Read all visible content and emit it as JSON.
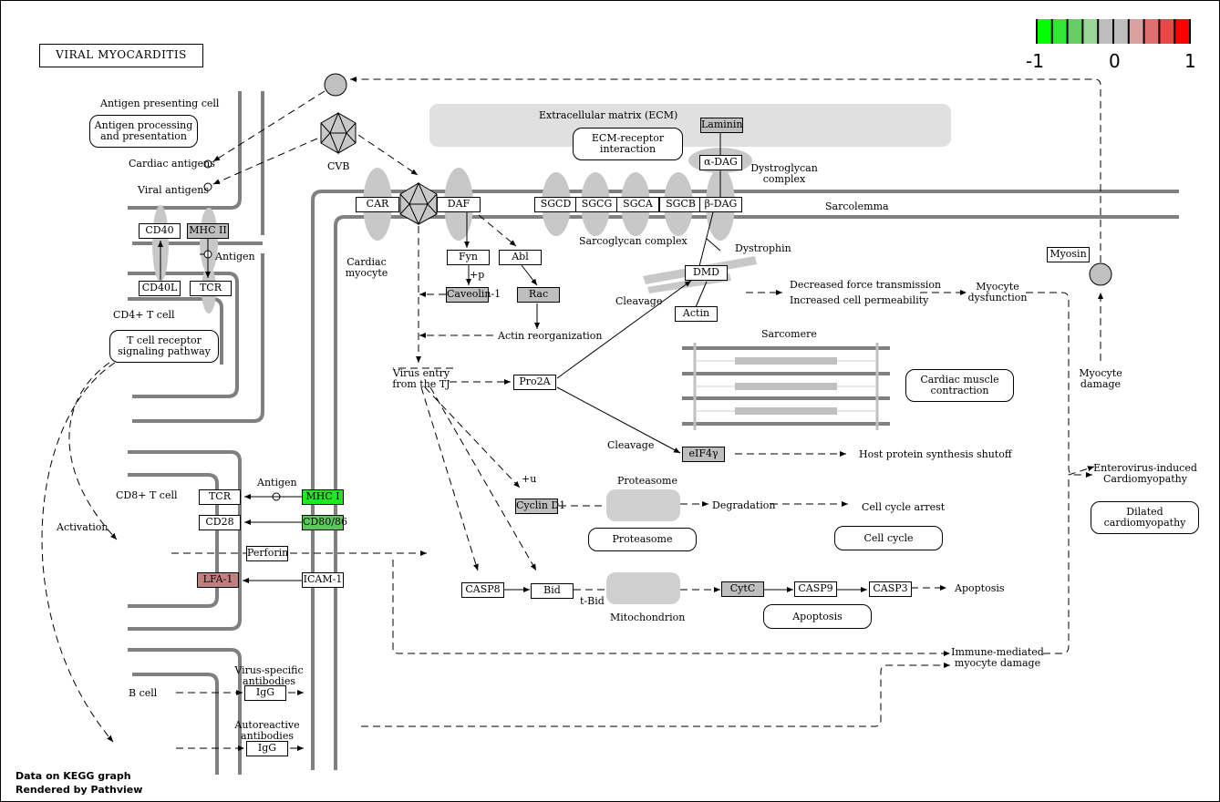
{
  "title": "VIRAL MYOCARDITIS",
  "footer": {
    "line1": "Data on KEGG graph",
    "line2": "Rendered by Pathview"
  },
  "legend": {
    "min": "-1",
    "mid": "0",
    "max": "1",
    "colors": [
      "#00ff00",
      "#33e633",
      "#66cc66",
      "#99d799",
      "#bebebe",
      "#bebebe",
      "#d9a0a0",
      "#df7070",
      "#e84848",
      "#ff0000"
    ]
  },
  "labels": {
    "antigen_presenting_cell": "Antigen presenting cell",
    "cardiac_antigens": "Cardiac antigens",
    "viral_antigens": "Viral antigens",
    "cvb": "CVB",
    "antigen1": "Antigen",
    "cd4_t_cell": "CD4+ T cell",
    "cd8_t_cell": "CD8+ T cell",
    "antigen2": "Antigen",
    "activation": "Activation",
    "b_cell": "B cell",
    "virus_specific_1": "Virus-specific",
    "virus_specific_2": "antibodies",
    "autoreactive_1": "Autoreactive",
    "autoreactive_2": "antibodies",
    "cardiac_myocyte_1": "Cardiac",
    "cardiac_myocyte_2": "myocyte",
    "ecm": "Extracellular matrix (ECM)",
    "dystroglycan_1": "Dystroglycan",
    "dystroglycan_2": "complex",
    "sarcolemma": "Sarcolemma",
    "sarcoglycan_complex": "Sarcoglycan complex",
    "dystrophin": "Dystrophin",
    "plus_p": "+p",
    "actin_reorg": "Actin reorganization",
    "cleavage1": "Cleavage",
    "cleavage2": "Cleavage",
    "decreased_force": "Decreased force transmission",
    "increased_perm": "Increased cell permeability",
    "myocyte_dys_1": "Myocyte",
    "myocyte_dys_2": "dysfunction",
    "sarcomere": "Sarcomere",
    "virus_entry_1": "Virus entry",
    "virus_entry_2": "from the TJ",
    "host_protein": "Host protein synthesis shutoff",
    "plus_u": "+u",
    "proteasome_top": "Proteasome",
    "degradation": "Degradation",
    "cell_cycle_arrest": "Cell cycle arrest",
    "t_bid": "t-Bid",
    "mitochondrion": "Mitochondrion",
    "apoptosis_text": "Apoptosis",
    "myocyte_damage_1": "Myocyte",
    "myocyte_damage_2": "damage",
    "entero_1": "Enterovirus-induced",
    "entero_2": "Cardiomyopathy",
    "immune_1": "Immune-mediated",
    "immune_2": "myocyte damage"
  },
  "pathways": {
    "antigen_processing": [
      "Antigen processing",
      "and presentation"
    ],
    "tcr_signaling": [
      "T cell receptor",
      "signaling pathway"
    ],
    "ecm_receptor": [
      "ECM-receptor",
      "interaction"
    ],
    "cardiac_contraction": [
      "Cardiac muscle",
      "contraction"
    ],
    "proteasome": [
      "Proteasome"
    ],
    "cell_cycle": [
      "Cell cycle"
    ],
    "apoptosis": [
      "Apoptosis"
    ],
    "dilated": [
      "Dilated",
      "cardiomyopathy"
    ]
  },
  "genes": {
    "cd40": {
      "label": "CD40",
      "color": "#ffffff"
    },
    "mhc2": {
      "label": "MHC II",
      "color": "#bebebe"
    },
    "cd40l": {
      "label": "CD40L",
      "color": "#ffffff"
    },
    "tcr1": {
      "label": "TCR",
      "color": "#ffffff"
    },
    "tcr2": {
      "label": "TCR",
      "color": "#ffffff"
    },
    "mhc1": {
      "label": "MHC I",
      "color": "#22e622"
    },
    "cd28": {
      "label": "CD28",
      "color": "#ffffff"
    },
    "cd8086": {
      "label": "CD80/86",
      "color": "#5cc85c"
    },
    "perforin": {
      "label": "Perforin",
      "color": "#ffffff"
    },
    "lfa1": {
      "label": "LFA-1",
      "color": "#c08080"
    },
    "icam1": {
      "label": "ICAM-1",
      "color": "#ffffff"
    },
    "igg1": {
      "label": "IgG",
      "color": "#ffffff"
    },
    "igg2": {
      "label": "IgG",
      "color": "#ffffff"
    },
    "car": {
      "label": "CAR",
      "color": "#ffffff"
    },
    "daf": {
      "label": "DAF",
      "color": "#ffffff"
    },
    "fyn": {
      "label": "Fyn",
      "color": "#ffffff"
    },
    "abl": {
      "label": "Abl",
      "color": "#ffffff"
    },
    "caveolin": {
      "label": "Caveolin-1",
      "color": "#bebebe"
    },
    "rac": {
      "label": "Rac",
      "color": "#bebebe"
    },
    "sgcd": {
      "label": "SGCD",
      "color": "#ffffff"
    },
    "sgcg": {
      "label": "SGCG",
      "color": "#ffffff"
    },
    "sgca": {
      "label": "SGCA",
      "color": "#ffffff"
    },
    "sgcb": {
      "label": "SGCB",
      "color": "#ffffff"
    },
    "bdag": {
      "label": "β-DAG",
      "color": "#ffffff"
    },
    "adag": {
      "label": "α-DAG",
      "color": "#ffffff"
    },
    "laminin": {
      "label": "Laminin",
      "color": "#bebebe"
    },
    "dmd": {
      "label": "DMD",
      "color": "#ffffff"
    },
    "actin": {
      "label": "Actin",
      "color": "#ffffff"
    },
    "myosin": {
      "label": "Myosin",
      "color": "#ffffff"
    },
    "pro2a": {
      "label": "Pro2A",
      "color": "#ffffff"
    },
    "eif4g": {
      "label": "eIF4γ",
      "color": "#bebebe"
    },
    "cyclind1": {
      "label": "Cyclin D1",
      "color": "#bebebe"
    },
    "casp8": {
      "label": "CASP8",
      "color": "#ffffff"
    },
    "bid": {
      "label": "Bid",
      "color": "#ffffff"
    },
    "cytc": {
      "label": "CytC",
      "color": "#bebebe"
    },
    "casp9": {
      "label": "CASP9",
      "color": "#ffffff"
    },
    "casp3": {
      "label": "CASP3",
      "color": "#ffffff"
    }
  }
}
